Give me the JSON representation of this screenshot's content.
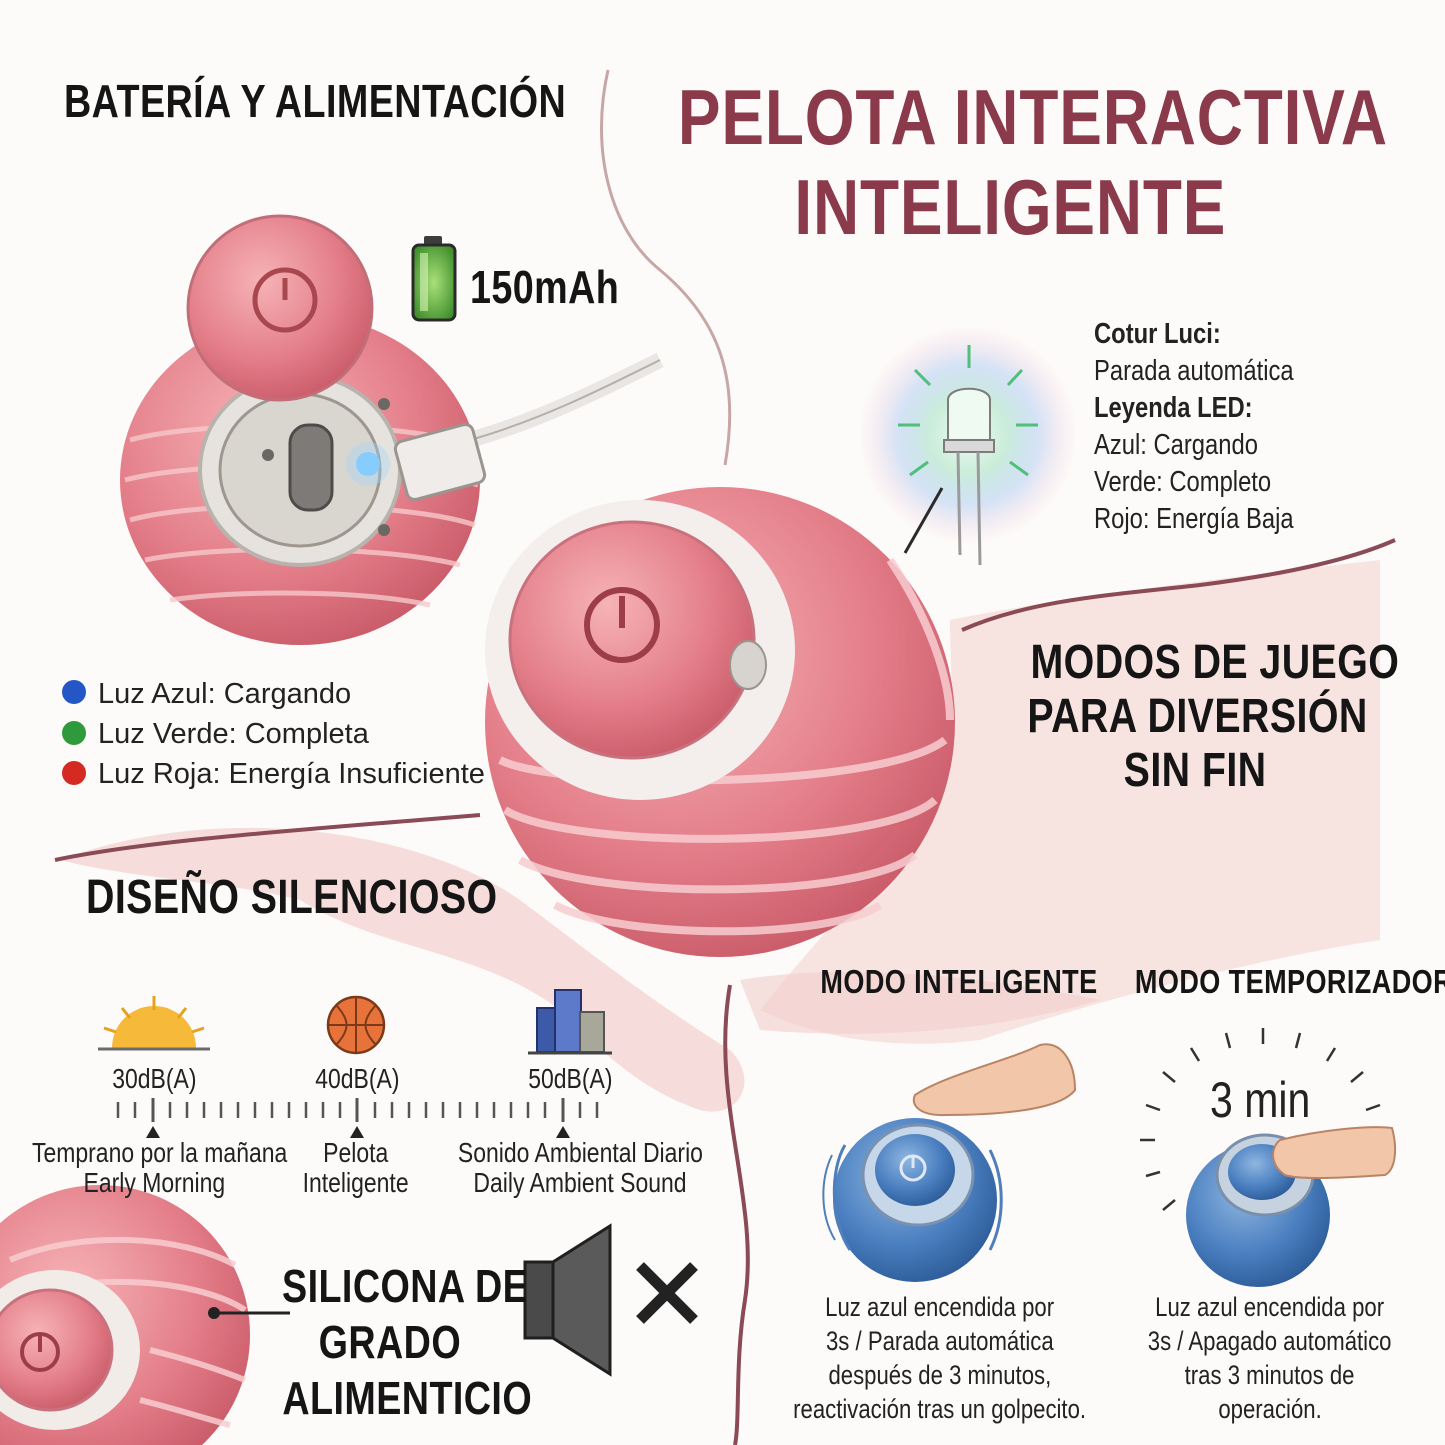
{
  "title": {
    "line1": "PELOTA INTERACTIVA",
    "line2": "INTELIGENTE"
  },
  "battery_section": {
    "heading": "BATERÍA Y ALIMENTACIÓN",
    "capacity": "150mAh",
    "legend": [
      {
        "color": "#2457c5",
        "label": "Luz Azul: Cargando"
      },
      {
        "color": "#2f9a3c",
        "label": "Luz Verde: Completa"
      },
      {
        "color": "#d42a22",
        "label": "Luz Roja: Energía Insuficiente"
      }
    ]
  },
  "led_legend": {
    "title": "Cotur Luci:",
    "line1": "Parada automática",
    "subtitle": "Leyenda LED:",
    "items": [
      "Azul: Cargando",
      "Verde: Completo",
      "Rojo: Energía Baja"
    ]
  },
  "modes": {
    "heading_lines": [
      "MODOS DE JUEGO",
      "PARA DIVERSIÓN",
      "SIN FIN"
    ],
    "smart": {
      "title": "MODO INTELIGENTE",
      "description": [
        "Luz azul encendida por",
        "3s / Parada automática",
        "después de 3 minutos,",
        "reactivación tras un golpecito."
      ]
    },
    "timer": {
      "title": "MODO TEMPORIZADOR",
      "timer_label": "3 min",
      "description": [
        "Luz azul encendida por",
        "3s / Apagado automático",
        "tras 3 minutos de",
        "operación."
      ]
    }
  },
  "silent_design": {
    "heading": "DISEÑO SILENCIOSO",
    "levels": [
      {
        "db": "30dB(A)",
        "label_es": "Temprano por la mañana",
        "label_en": "Early Morning",
        "icon": "sunrise-icon"
      },
      {
        "db": "40dB(A)",
        "label_es": "Pelota",
        "label_en": "Inteligente",
        "icon": "basketball-icon"
      },
      {
        "db": "50dB(A)",
        "label_es": "Sonido Ambiental Diario",
        "label_en": "Daily Ambient Sound",
        "icon": "city-icon"
      }
    ]
  },
  "material": {
    "lines": [
      "SILICONA DE",
      "GRADO",
      "ALIMENTICIO"
    ],
    "mute_icon": "muted-speaker-icon"
  },
  "colors": {
    "title": "#8a3a4a",
    "ball_pink": "#e98a93",
    "ball_blue": "#3d6fae",
    "wash": "#f4d6d2"
  }
}
